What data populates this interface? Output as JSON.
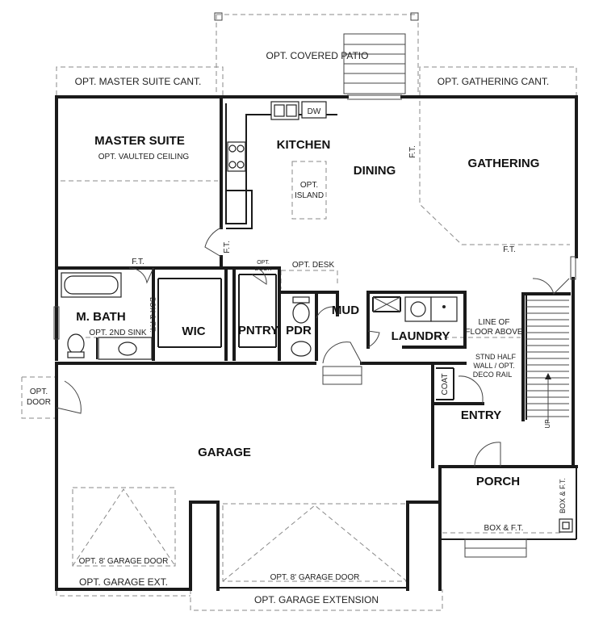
{
  "labels": {
    "opt_covered_patio": "OPT. COVERED PATIO",
    "opt_master_suite_cant": "OPT. MASTER SUITE CANT.",
    "opt_gathering_cant": "OPT. GATHERING CANT.",
    "master_suite": "MASTER SUITE",
    "opt_vaulted_ceiling": "OPT. VAULTED CEILING",
    "kitchen": "KITCHEN",
    "dining": "DINING",
    "gathering": "GATHERING",
    "opt_island_1": "OPT.",
    "opt_island_2": "ISLAND",
    "dw": "DW",
    "ft": "F.T.",
    "opt_door_small_1": "OPT.",
    "opt_door_small_2": "DOOR",
    "opt_desk": "OPT. DESK",
    "m_bath": "M. BATH",
    "box_ft": "BOX & F.T.",
    "opt_2nd_sink": "OPT. 2ND SINK",
    "wic": "WIC",
    "pntry": "PNTRY",
    "pdr": "PDR",
    "mud": "MUD",
    "laundry": "LAUNDRY",
    "line_floor_1": "LINE OF",
    "line_floor_2": "FLOOR ABOVE",
    "stnd_half_1": "STND HALF",
    "stnd_half_2": "WALL / OPT.",
    "stnd_half_3": "DECO RAIL",
    "coat": "COAT",
    "entry": "ENTRY",
    "up": "UP",
    "opt_door_1": "OPT.",
    "opt_door_2": "DOOR",
    "garage": "GARAGE",
    "porch": "PORCH",
    "opt_8_garage_door": "OPT. 8' GARAGE DOOR",
    "opt_garage_ext": "OPT. GARAGE EXT.",
    "opt_garage_extension": "OPT. GARAGE EXTENSION"
  }
}
